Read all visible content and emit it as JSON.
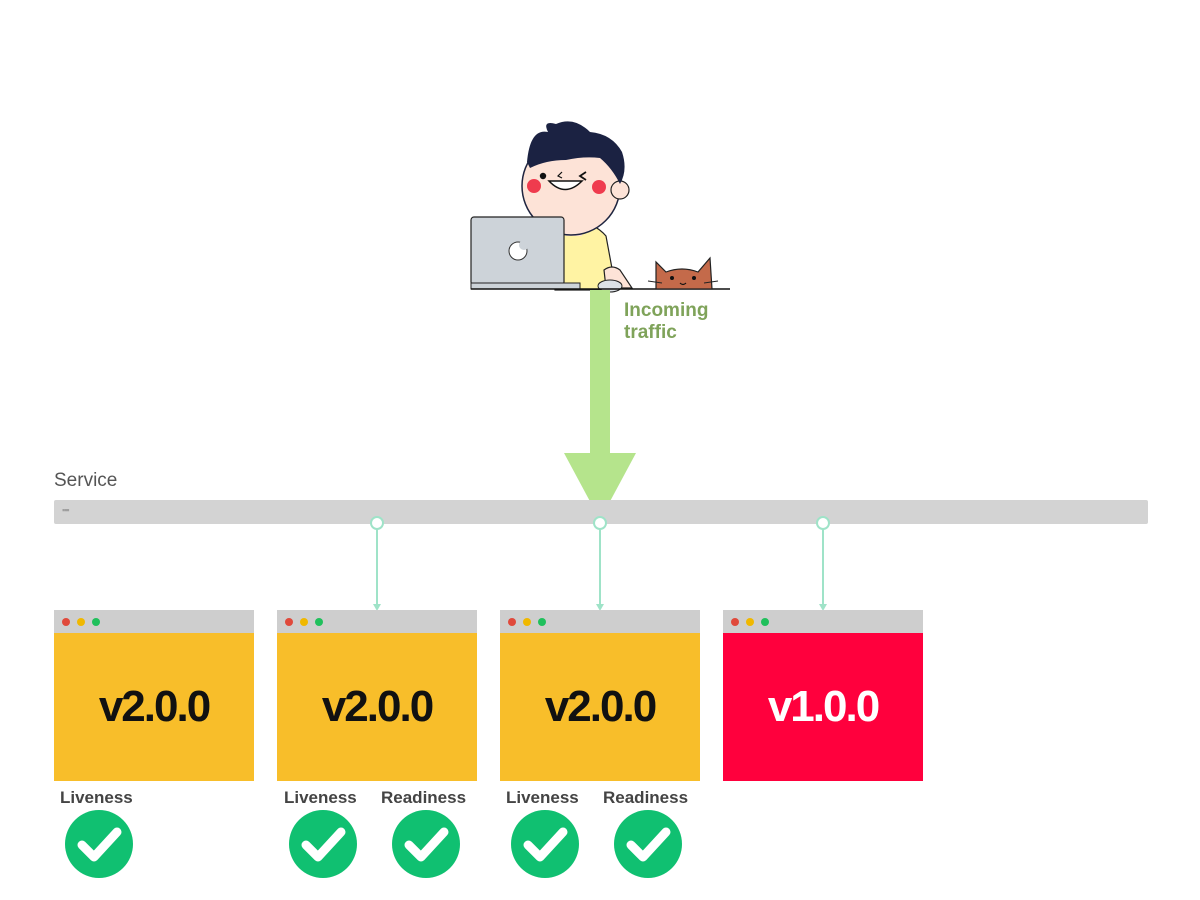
{
  "service": {
    "label": "Service"
  },
  "traffic": {
    "label_line1": "Incoming",
    "label_line2": "traffic"
  },
  "pods": [
    {
      "version": "v2.0.0",
      "state": "new",
      "probes": [
        "Liveness"
      ]
    },
    {
      "version": "v2.0.0",
      "state": "new",
      "probes": [
        "Liveness",
        "Readiness"
      ]
    },
    {
      "version": "v2.0.0",
      "state": "new",
      "probes": [
        "Liveness",
        "Readiness"
      ]
    },
    {
      "version": "v1.0.0",
      "state": "old",
      "probes": []
    }
  ],
  "colors": {
    "traffic_arrow": "#b5e48c",
    "traffic_label": "#7fa35a",
    "connector": "#9fe3c8",
    "new_pod": "#f8be2a",
    "old_pod": "#ff003d",
    "probe_ok": "#10c071"
  },
  "icons": {
    "user": "developer-at-laptop-icon",
    "pet": "cat-icon",
    "probe_ok": "check-circle-icon"
  }
}
